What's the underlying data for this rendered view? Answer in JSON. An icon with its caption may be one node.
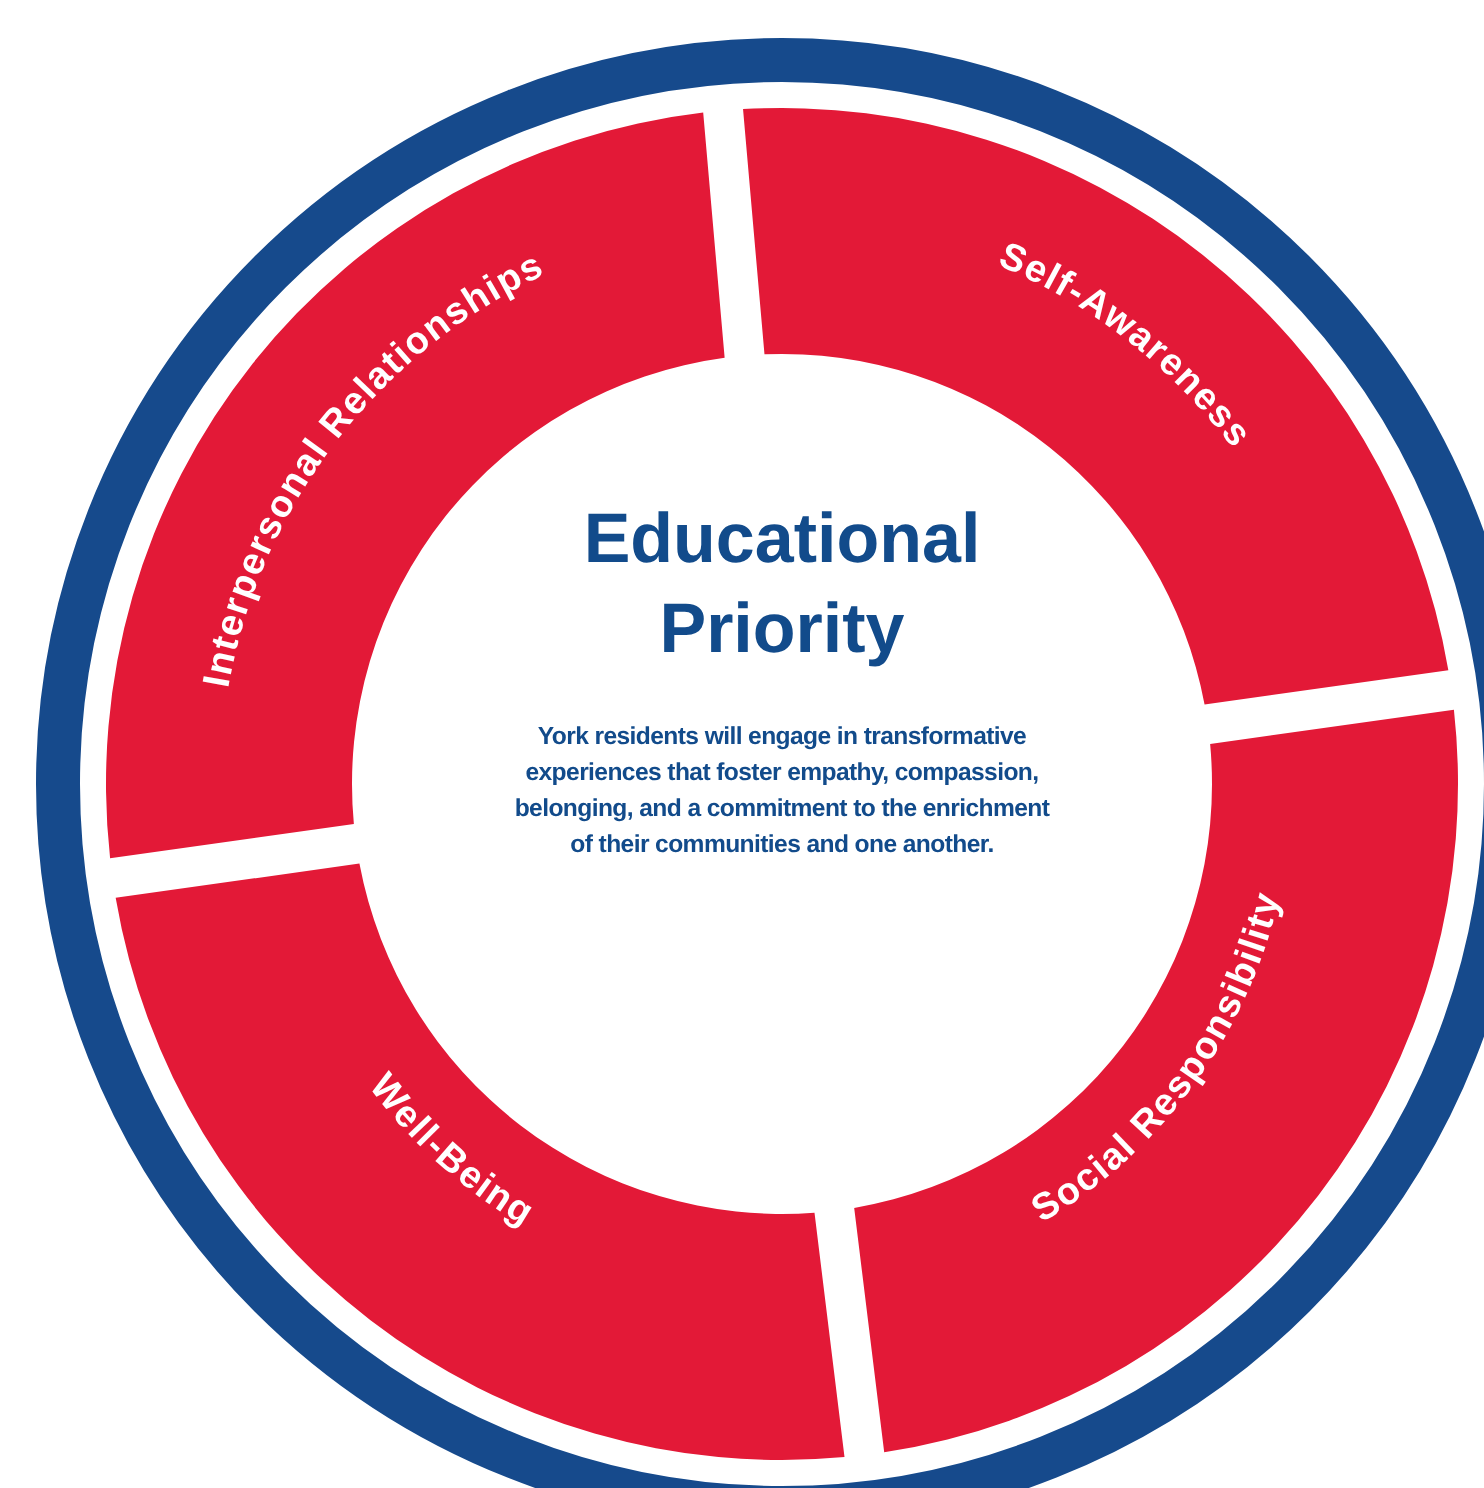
{
  "diagram": {
    "nodes": [
      {
        "text": [
          "Educational Priority",
          "York residents will engage in transformative experiences that foster empathy, compassion, belonging, and a commitment to the enrichment of their communities and one another."
        ]
      },
      {
        "text": [
          "Interpersonal Relationships"
        ]
      },
      {
        "text": [
          "Self-Awareness"
        ]
      },
      {
        "text": [
          "Social Responsibility"
        ]
      },
      {
        "text": [
          "Well-Being"
        ]
      }
    ]
  }
}
